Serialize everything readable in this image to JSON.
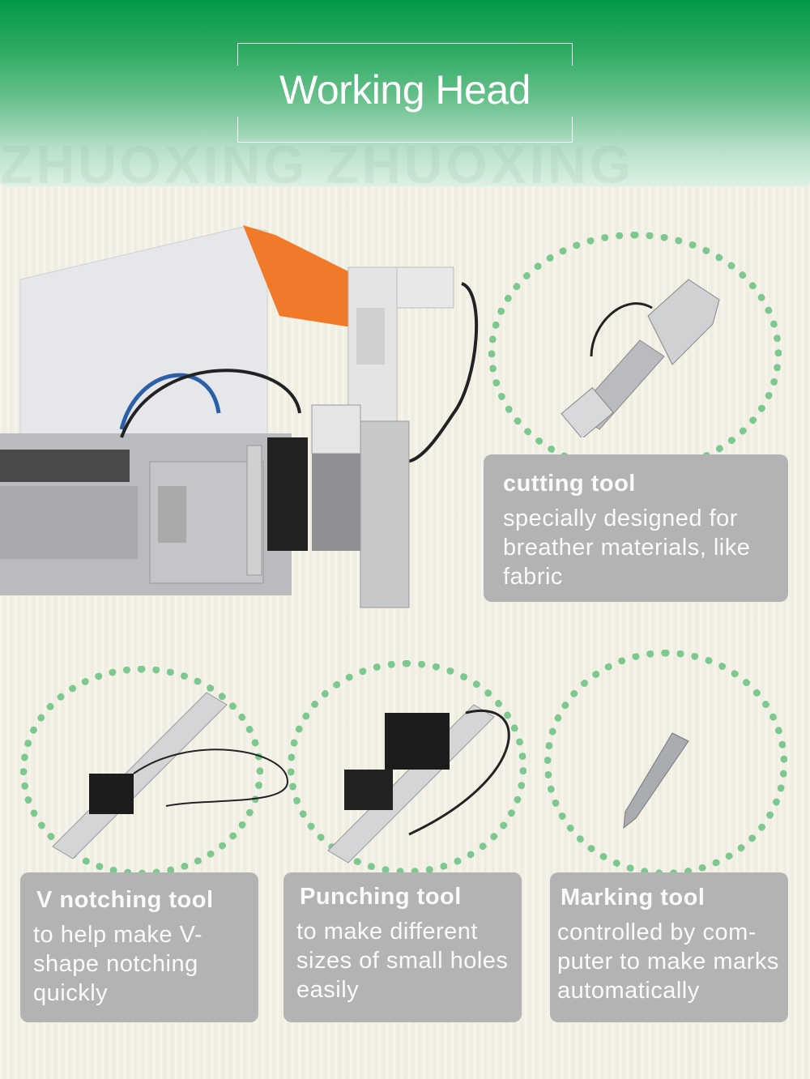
{
  "header": {
    "title": "Working Head",
    "watermark": "ZHUOXING ZHUOXING"
  },
  "colors": {
    "header_green": "#04994a",
    "dot_green": "#7cc88f",
    "card_gray": "#b3b3b3",
    "background": "#f2f0e4",
    "machine_orange": "#f07a2a"
  },
  "images": {
    "main": "cutting-machine-head",
    "cutting": "cutting-tool",
    "vnotch": "v-notching-tool",
    "punch": "punching-tool",
    "mark": "marking-pen"
  },
  "tools": [
    {
      "name": "cutting tool",
      "description": "specially designed for breather materials, like fabric"
    },
    {
      "name": "V notching tool",
      "description": "to help make V-shape notching quickly"
    },
    {
      "name": "Punching tool",
      "description": "to make different sizes of small holes easily"
    },
    {
      "name": "Marking tool",
      "description": "controlled by com-puter to make marks automatically"
    }
  ]
}
